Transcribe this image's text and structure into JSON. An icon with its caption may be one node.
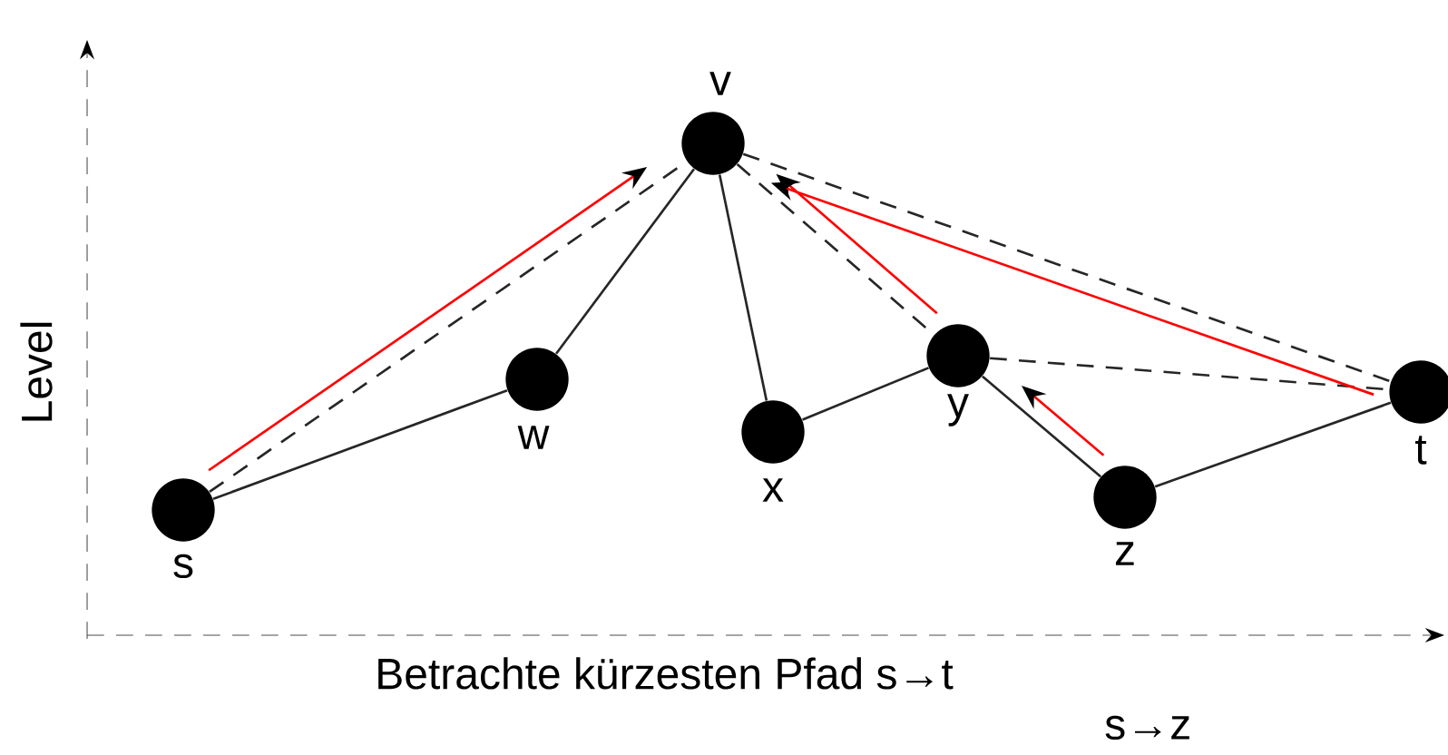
{
  "diagram": {
    "nodes": [
      {
        "text": [],
        "shape": "circle",
        "beside": [
          "s"
        ]
      },
      {
        "text": [],
        "shape": "circle",
        "beside": [
          "w"
        ]
      },
      {
        "text": [],
        "shape": "circle",
        "beside": [
          "v"
        ]
      },
      {
        "text": [],
        "shape": "circle",
        "beside": [
          "x"
        ]
      },
      {
        "text": [],
        "shape": "circle",
        "beside": [
          "y"
        ]
      },
      {
        "text": [],
        "shape": "circle",
        "beside": [
          "z"
        ]
      },
      {
        "text": [],
        "shape": "circle",
        "beside": [
          "t"
        ]
      }
    ],
    "edges": [
      {
        "from": 0,
        "to": 1,
        "arrow": "none"
      },
      {
        "from": 1,
        "to": 2,
        "arrow": "none"
      },
      {
        "from": 2,
        "to": 3,
        "arrow": "none"
      },
      {
        "from": 3,
        "to": 4,
        "arrow": "none"
      },
      {
        "from": 4,
        "to": 5,
        "arrow": "none"
      },
      {
        "from": 5,
        "to": 6,
        "arrow": "none"
      },
      {
        "from": 0,
        "to": 2,
        "arrow": "none",
        "style": "dashed"
      },
      {
        "from": 2,
        "to": 4,
        "arrow": "none",
        "style": "dashed"
      },
      {
        "from": 2,
        "to": 6,
        "arrow": "none",
        "style": "dashed"
      },
      {
        "from": 4,
        "to": 6,
        "arrow": "none",
        "style": "dashed"
      },
      {
        "from": 0,
        "to": 2,
        "arrow": "to",
        "color": "#ff0000"
      },
      {
        "from": 4,
        "to": 2,
        "arrow": "to",
        "color": "#ff0000"
      },
      {
        "from": 5,
        "to": 4,
        "arrow": "to",
        "color": "#ff0000"
      },
      {
        "from": 6,
        "to": 2,
        "arrow": "to",
        "color": "#ff0000"
      }
    ],
    "labels": [
      "Level",
      "Betrachte kürzesten Pfad s→t",
      "s→z"
    ]
  }
}
